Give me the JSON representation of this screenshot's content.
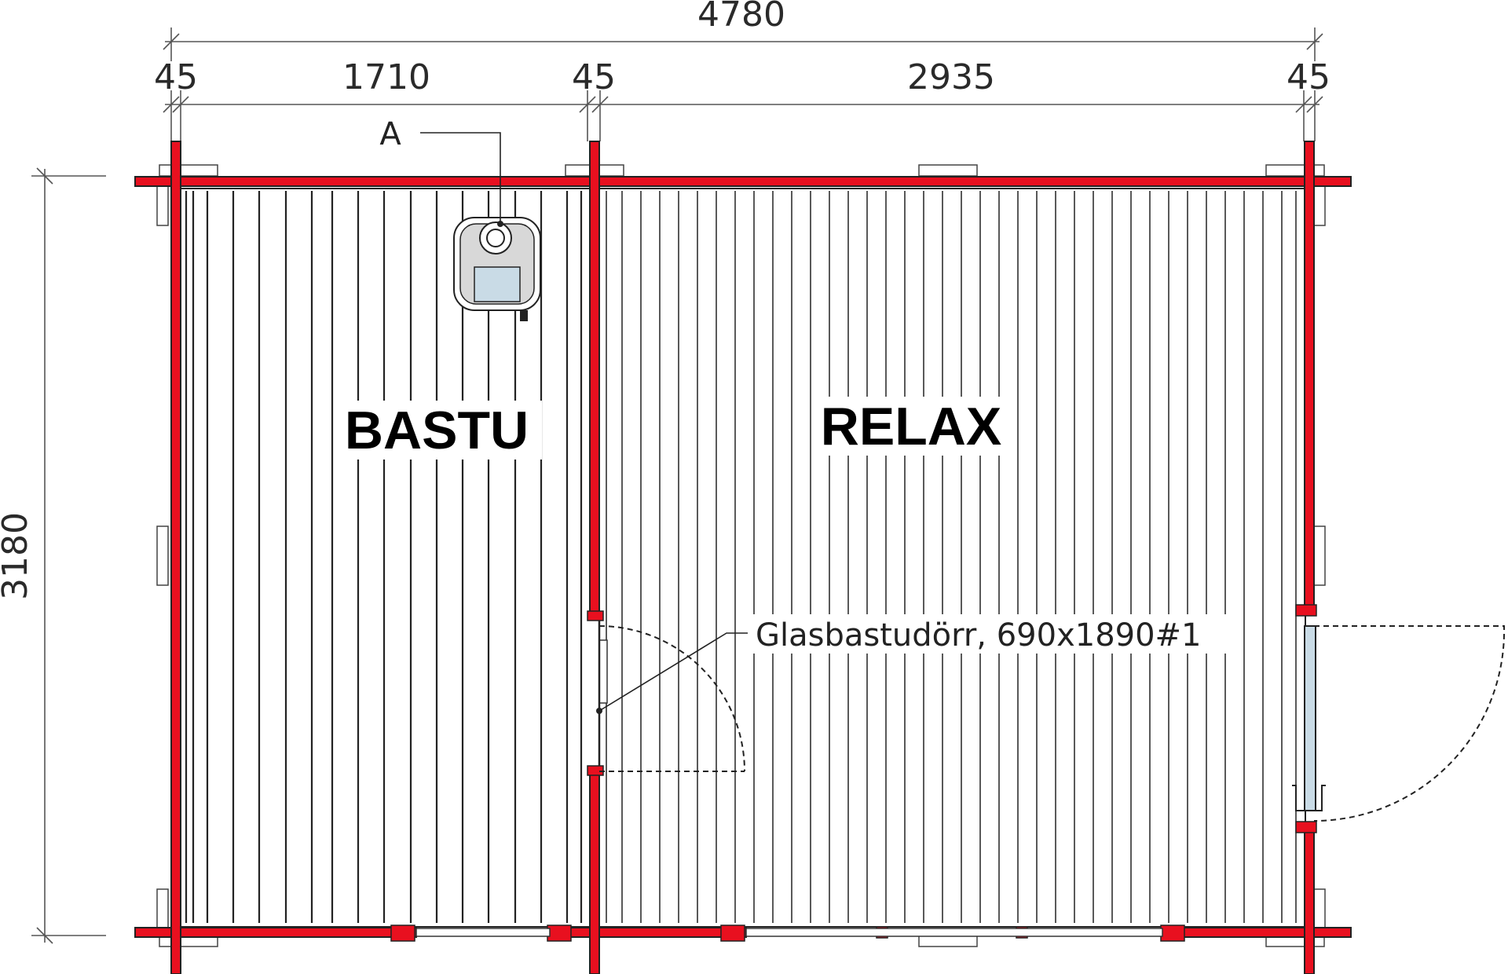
{
  "dimensions": {
    "total_width": "4780",
    "wall_left": "45",
    "sauna_width": "1710",
    "wall_middle": "45",
    "relax_width": "2935",
    "wall_right": "45",
    "total_depth": "3180"
  },
  "rooms": {
    "sauna": "BASTU",
    "relax": "RELAX"
  },
  "labels": {
    "heater": "A",
    "door": "Glasbastudörr, 690x1890#1"
  },
  "colors": {
    "wall": "#e8101f",
    "outline": "#222222",
    "glass": "#c9dbe6"
  }
}
